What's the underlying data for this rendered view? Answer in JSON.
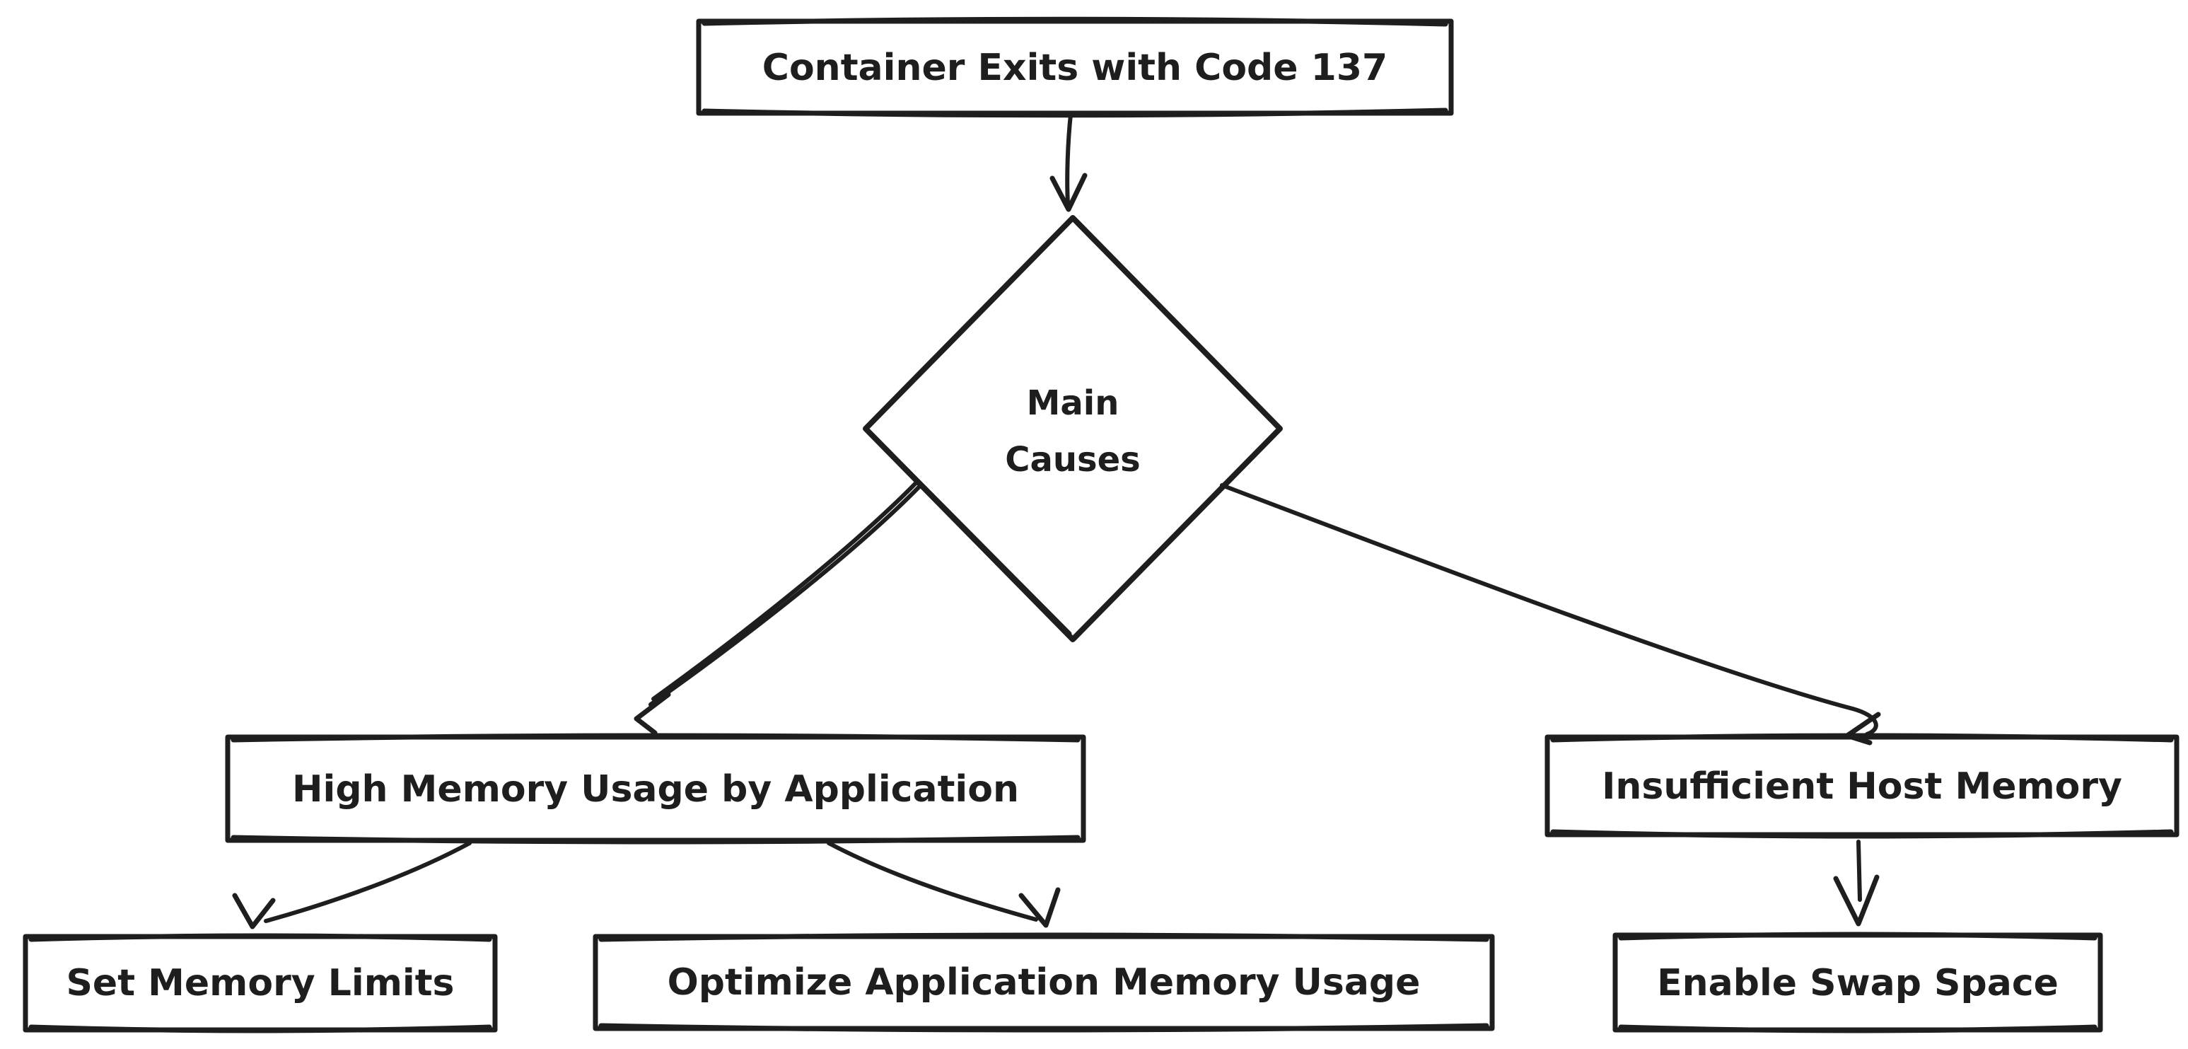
{
  "diagram": {
    "type": "flowchart",
    "colors": {
      "stroke": "#1e1e1e",
      "background": "#ffffff"
    },
    "nodes": {
      "exit_code": {
        "shape": "rectangle",
        "label": "Container Exits with Code 137"
      },
      "main_causes": {
        "shape": "diamond",
        "lines": [
          "Main",
          "Causes"
        ]
      },
      "high_memory": {
        "shape": "rectangle",
        "label": "High Memory Usage by Application"
      },
      "insufficient_host": {
        "shape": "rectangle",
        "label": "Insufficient Host Memory"
      },
      "set_limits": {
        "shape": "rectangle",
        "label": "Set Memory Limits"
      },
      "optimize_usage": {
        "shape": "rectangle",
        "label": "Optimize Application Memory Usage"
      },
      "enable_swap": {
        "shape": "rectangle",
        "label": "Enable Swap Space"
      }
    },
    "edges": [
      {
        "from": "exit_code",
        "to": "main_causes"
      },
      {
        "from": "main_causes",
        "to": "high_memory"
      },
      {
        "from": "main_causes",
        "to": "insufficient_host"
      },
      {
        "from": "high_memory",
        "to": "set_limits"
      },
      {
        "from": "high_memory",
        "to": "optimize_usage"
      },
      {
        "from": "insufficient_host",
        "to": "enable_swap"
      }
    ]
  }
}
